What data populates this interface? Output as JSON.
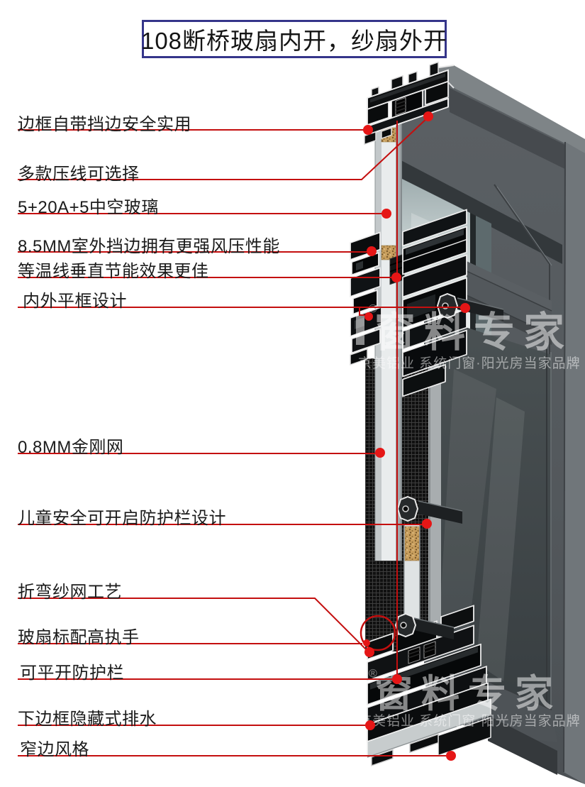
{
  "title": "108断桥玻扇内开，纱扇外开",
  "labels": [
    {
      "id": "frame-guard",
      "text": "边框自带挡边安全实用"
    },
    {
      "id": "bead-options",
      "text": "多款压线可选择"
    },
    {
      "id": "insulated-glass",
      "text": "5+20A+5中空玻璃"
    },
    {
      "id": "outdoor-guard",
      "text": "8.5MM室外挡边拥有更强风压性能"
    },
    {
      "id": "isotherm",
      "text": "等温线垂直节能效果更佳"
    },
    {
      "id": "flush-frame",
      "text": "内外平框设计"
    },
    {
      "id": "steel-mesh",
      "text": "0.8MM金刚网"
    },
    {
      "id": "child-safety-bar",
      "text": "儿童安全可开启防护栏设计"
    },
    {
      "id": "bent-mesh",
      "text": "折弯纱网工艺"
    },
    {
      "id": "high-handle",
      "text": "玻扇标配高执手"
    },
    {
      "id": "openable-bar",
      "text": "可平开防护栏"
    },
    {
      "id": "hidden-drainage",
      "text": "下边框隐藏式排水"
    },
    {
      "id": "narrow-style",
      "text": "窄边风格"
    }
  ],
  "watermark": {
    "brand_mark": "窗料专家",
    "registered": "®",
    "tagline": "京美铝业 系统门窗·阳光房当家品牌"
  },
  "colors": {
    "accent_red": "#c40f0f",
    "dot_red": "#e51616",
    "title_border": "#35358a",
    "panel_gray": "#53585c",
    "glass_light": "#e8eeee",
    "spacer_tan": "#c99f5e"
  }
}
